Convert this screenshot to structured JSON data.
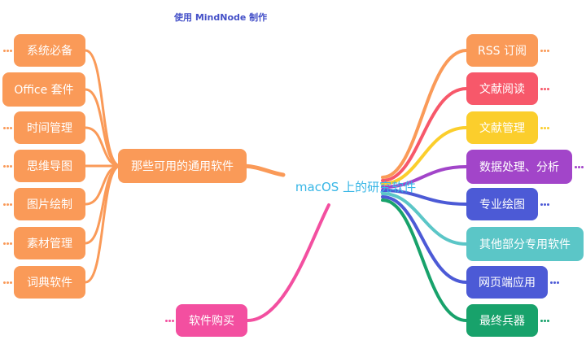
{
  "credit": "使用 MindNode 制作",
  "root": {
    "label": "macOS 上的研究软件",
    "color": "#37b6e6"
  },
  "left_hub": {
    "label": "那些可用的通用软件",
    "color": "#fa9a58"
  },
  "left_items": [
    {
      "label": "系统必备",
      "color": "#fa9a58"
    },
    {
      "label": "Office 套件",
      "color": "#fa9a58"
    },
    {
      "label": "时间管理",
      "color": "#fa9a58"
    },
    {
      "label": "思维导图",
      "color": "#fa9a58"
    },
    {
      "label": "图片绘制",
      "color": "#fa9a58"
    },
    {
      "label": "素材管理",
      "color": "#fa9a58"
    },
    {
      "label": "词典软件",
      "color": "#fa9a58"
    }
  ],
  "bottom_item": {
    "label": "软件购买",
    "color": "#f34fa0"
  },
  "right_items": [
    {
      "label": "RSS 订阅",
      "color": "#fa9a58"
    },
    {
      "label": "文献阅读",
      "color": "#f7586a"
    },
    {
      "label": "文献管理",
      "color": "#fbce2c"
    },
    {
      "label": "数据处理、分析",
      "color": "#a245c9"
    },
    {
      "label": "专业绘图",
      "color": "#4c5ad6"
    },
    {
      "label": "其他部分专用软件",
      "color": "#5bc6c7"
    },
    {
      "label": "网页端应用",
      "color": "#4c5ad6"
    },
    {
      "label": "最终兵器",
      "color": "#18a26b"
    }
  ]
}
